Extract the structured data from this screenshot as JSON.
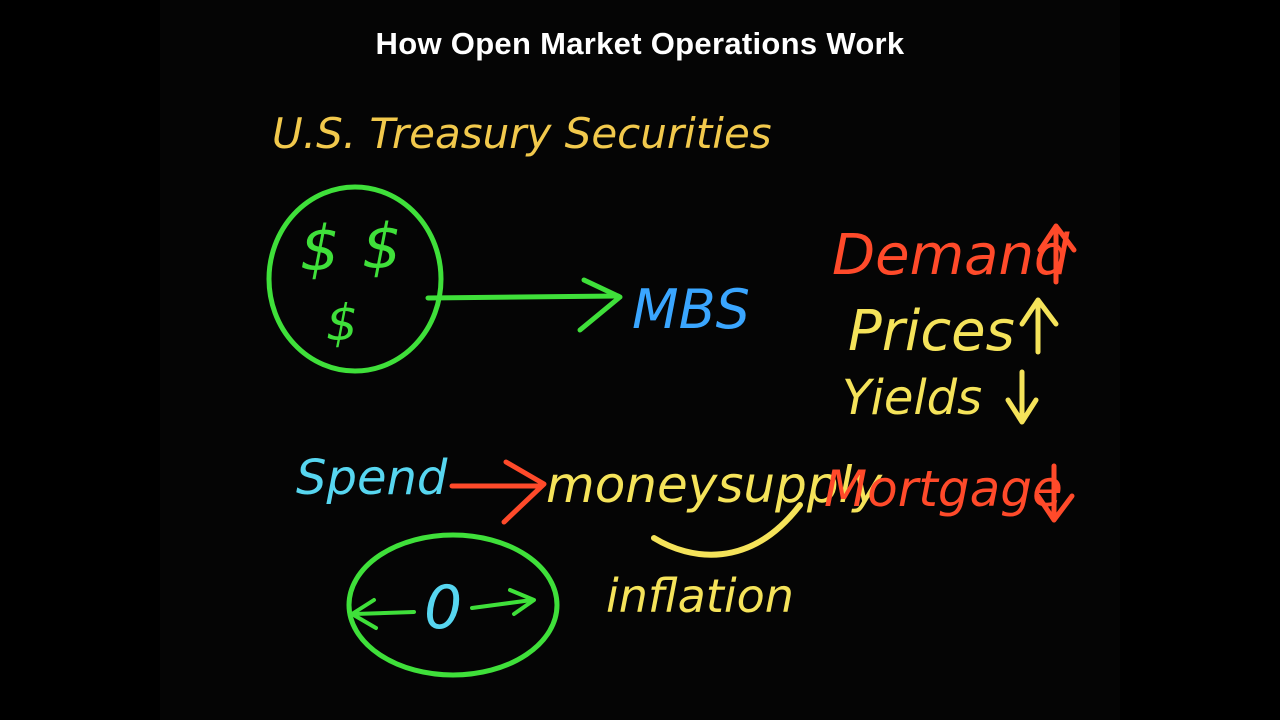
{
  "title": "How Open Market Operations Work",
  "labels": {
    "treasury": "U.S. Treasury Securities",
    "mbs": "MBS",
    "demand": "Demand",
    "prices": "Prices",
    "yields": "Yields",
    "spend": "Spend",
    "money_supply": "moneysupply",
    "mortgage": "Mortgage",
    "inflation": "inflation",
    "dollar_sign": "$",
    "zero": "0"
  },
  "colors": {
    "background": "#050505",
    "title": "#ffffff",
    "yellow": "#f5e35a",
    "orange_yellow": "#f2c94c",
    "green": "#3fe03a",
    "blue": "#3aa6ff",
    "cyan": "#57d6f0",
    "red": "#ff4a2a"
  },
  "icons": {
    "up_arrow": "arrow-up-icon",
    "down_arrow": "arrow-down-icon",
    "right_arrow": "arrow-right-icon"
  }
}
